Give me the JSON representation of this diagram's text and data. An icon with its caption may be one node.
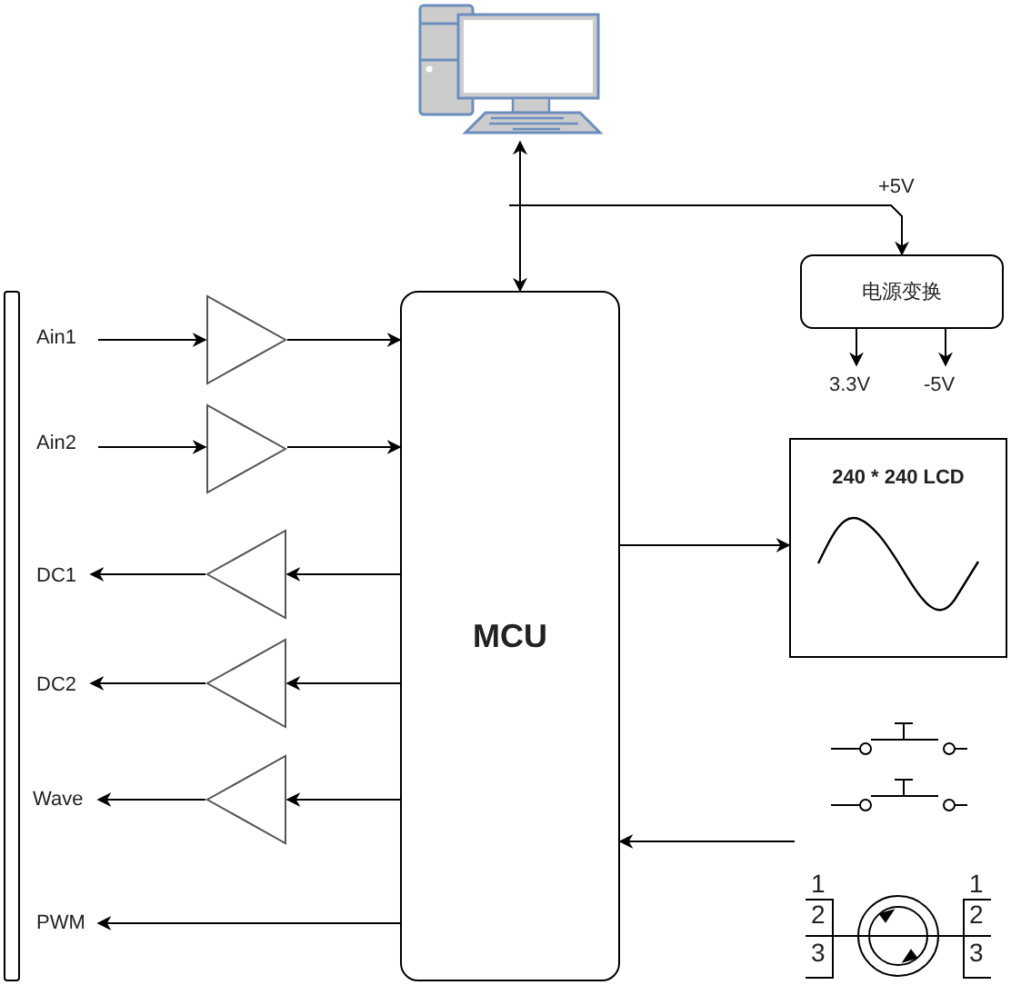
{
  "diagram": {
    "nodes": [
      {
        "text": [],
        "shape": "picture"
      },
      {
        "text": [
          "电源变换"
        ]
      },
      {
        "text": [
          "3.3V"
        ]
      },
      {
        "text": [
          "-5V"
        ]
      },
      {
        "text": [],
        "shape": "bar"
      },
      {
        "text": [
          "Ain1"
        ]
      },
      {
        "text": [],
        "shape": "triangle"
      },
      {
        "text": [
          "MCU"
        ]
      },
      {
        "text": [
          "Ain2"
        ]
      },
      {
        "text": [],
        "shape": "triangle"
      },
      {
        "text": [
          "240 * 240 LCD"
        ]
      },
      {
        "text": [
          "DC1"
        ]
      },
      {
        "text": [],
        "shape": "triangle"
      },
      {
        "text": [
          "DC2"
        ]
      },
      {
        "text": [],
        "shape": "triangle"
      },
      {
        "text": [
          "Wave"
        ]
      },
      {
        "text": [],
        "shape": "triangle"
      },
      {
        "text": [
          "PWM"
        ]
      }
    ],
    "edges": [
      {
        "from": 7,
        "to": 0,
        "arrow": "both"
      },
      {
        "from": 0,
        "to": 1,
        "arrow": "to",
        "label": "+5V"
      },
      {
        "from": 1,
        "to": 2,
        "arrow": "to"
      },
      {
        "from": 1,
        "to": 3,
        "arrow": "to"
      },
      {
        "from": 5,
        "to": 6,
        "arrow": "to"
      },
      {
        "from": 6,
        "to": 7,
        "arrow": "to"
      },
      {
        "from": 8,
        "to": 9,
        "arrow": "to"
      },
      {
        "from": 9,
        "to": 7,
        "arrow": "to"
      },
      {
        "from": 7,
        "to": 12,
        "arrow": "to"
      },
      {
        "from": 12,
        "to": 11,
        "arrow": "to"
      },
      {
        "from": 7,
        "to": 14,
        "arrow": "to"
      },
      {
        "from": 14,
        "to": 13,
        "arrow": "to"
      },
      {
        "from": 7,
        "to": 16,
        "arrow": "to"
      },
      {
        "from": 16,
        "to": 15,
        "arrow": "to"
      },
      {
        "from": 7,
        "to": 17,
        "arrow": "to"
      },
      {
        "from": 7,
        "to": 10,
        "arrow": "to"
      },
      {
        "from": null,
        "to": 7,
        "arrow": "to"
      }
    ],
    "labels": [
      "1",
      "2",
      "3",
      "1",
      "2",
      "3"
    ]
  }
}
